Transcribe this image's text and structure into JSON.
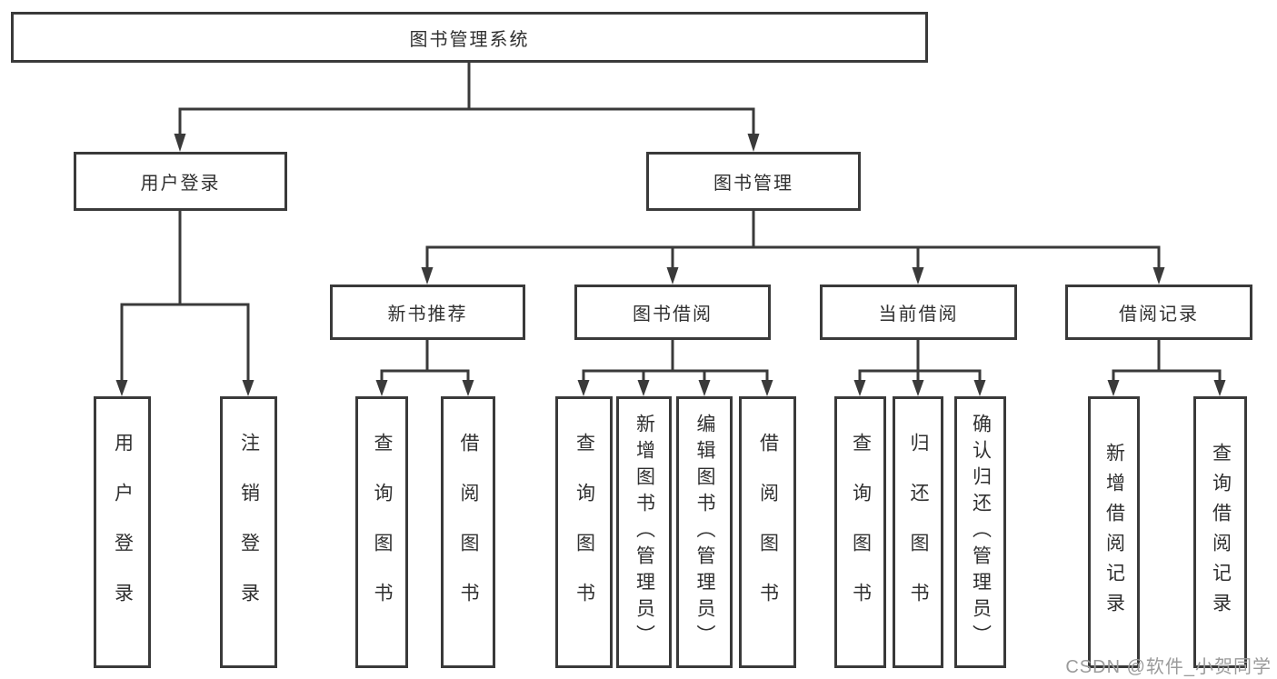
{
  "colors": {
    "background": "#ffffff",
    "line": "#3a3a3a",
    "box_border": "#3a3a3a",
    "text": "#303030",
    "watermark": "#9b9b9b"
  },
  "tree": {
    "root": {
      "label": "图书管理系统"
    },
    "branches": [
      {
        "label": "用户登录",
        "children": [
          "用户登录",
          "注销登录"
        ]
      },
      {
        "label": "图书管理",
        "children": [
          {
            "label": "新书推荐",
            "children": [
              "查询图书",
              "借阅图书"
            ]
          },
          {
            "label": "图书借阅",
            "children": [
              "查询图书",
              "新增图书（管理员）",
              "编辑图书（管理员）",
              "借阅图书"
            ]
          },
          {
            "label": "当前借阅",
            "children": [
              "查询图书",
              "归还图书",
              "确认归还（管理员）"
            ]
          },
          {
            "label": "借阅记录",
            "children": [
              "新增借阅记录",
              "查询借阅记录"
            ]
          }
        ]
      }
    ]
  },
  "watermark": {
    "text": "CSDN @软件_小贺同学"
  }
}
